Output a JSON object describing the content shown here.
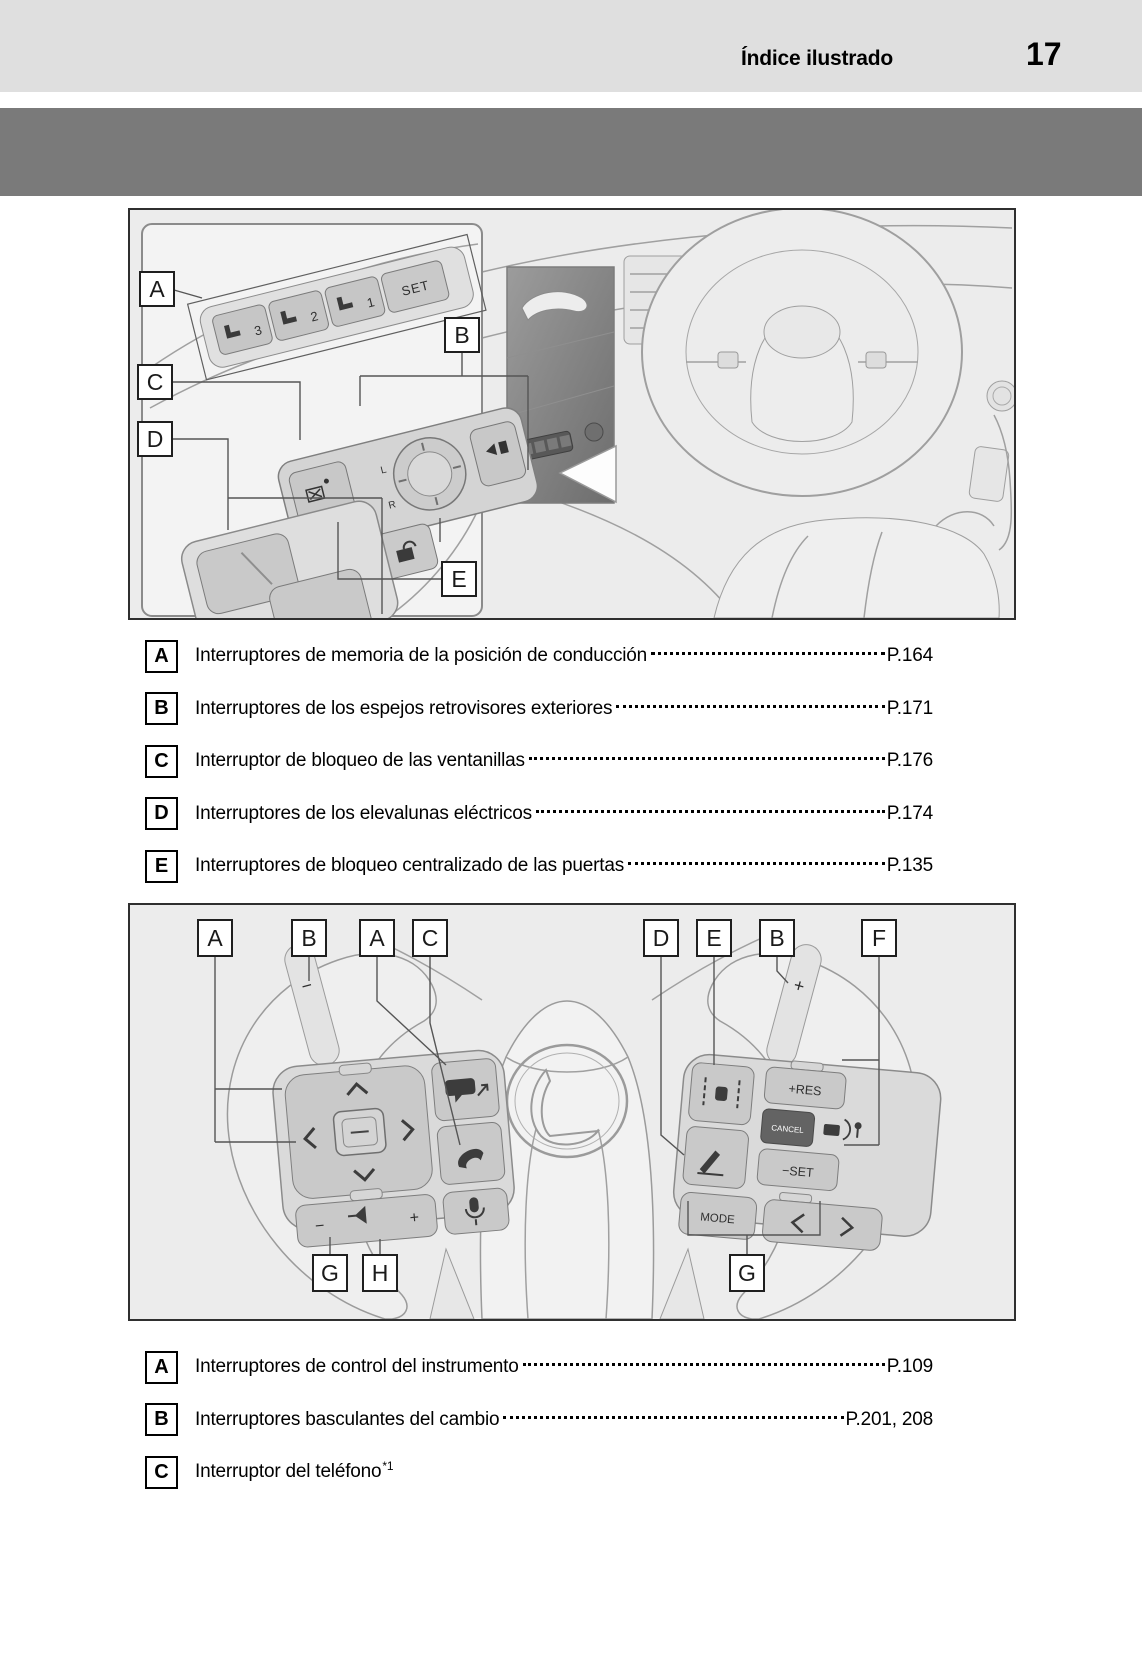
{
  "page": {
    "header": {
      "title": "Índice ilustrado",
      "page_number": "17"
    }
  },
  "colors": {
    "header_bg": "#dfdfdf",
    "banner_bg": "#7a7a7a",
    "figure_bg": "#ececec",
    "figure_border": "#2f2f2f"
  },
  "figure1": {
    "description": "door panel switches inset with car interior",
    "callouts": {
      "a": "A",
      "b": "B",
      "c": "C",
      "d": "D",
      "e": "E"
    },
    "switch_labels": {
      "mem_3": "3",
      "mem_2": "2",
      "mem_1": "1",
      "set": "SET",
      "mirror_l": "L",
      "mirror_r": "R"
    },
    "items": [
      {
        "label": "A",
        "text": "Interruptores de memoria de la posición de conducción",
        "page": "P.164"
      },
      {
        "label": "B",
        "text": "Interruptores de los espejos retrovisores exteriores",
        "page": "P.171"
      },
      {
        "label": "C",
        "text": "Interruptor de bloqueo de las ventanillas",
        "page": "P.176"
      },
      {
        "label": "D",
        "text": "Interruptores de los elevalunas eléctricos",
        "page": "P.174"
      },
      {
        "label": "E",
        "text": "Interruptores de bloqueo centralizado de las puertas",
        "page": "P.135"
      }
    ]
  },
  "figure2": {
    "description": "steering wheel switches",
    "top_callouts": [
      "A",
      "B",
      "A",
      "C",
      "D",
      "E",
      "B",
      "F"
    ],
    "bottom_callouts": [
      "G",
      "H",
      "G"
    ],
    "switch_labels": {
      "paddle_minus": "−",
      "paddle_plus": "+",
      "res": "+RES",
      "cancel": "CANCEL",
      "set": "−SET",
      "mode": "MODE",
      "vol_minus": "−",
      "vol_plus": "+"
    },
    "items": [
      {
        "label": "A",
        "text": "Interruptores de control del instrumento",
        "page": "P.109"
      },
      {
        "label": "B",
        "text": "Interruptores basculantes del cambio",
        "page": "P.201, 208"
      },
      {
        "label": "C",
        "text": "Interruptor del teléfono",
        "note": "*1",
        "page": ""
      }
    ]
  }
}
